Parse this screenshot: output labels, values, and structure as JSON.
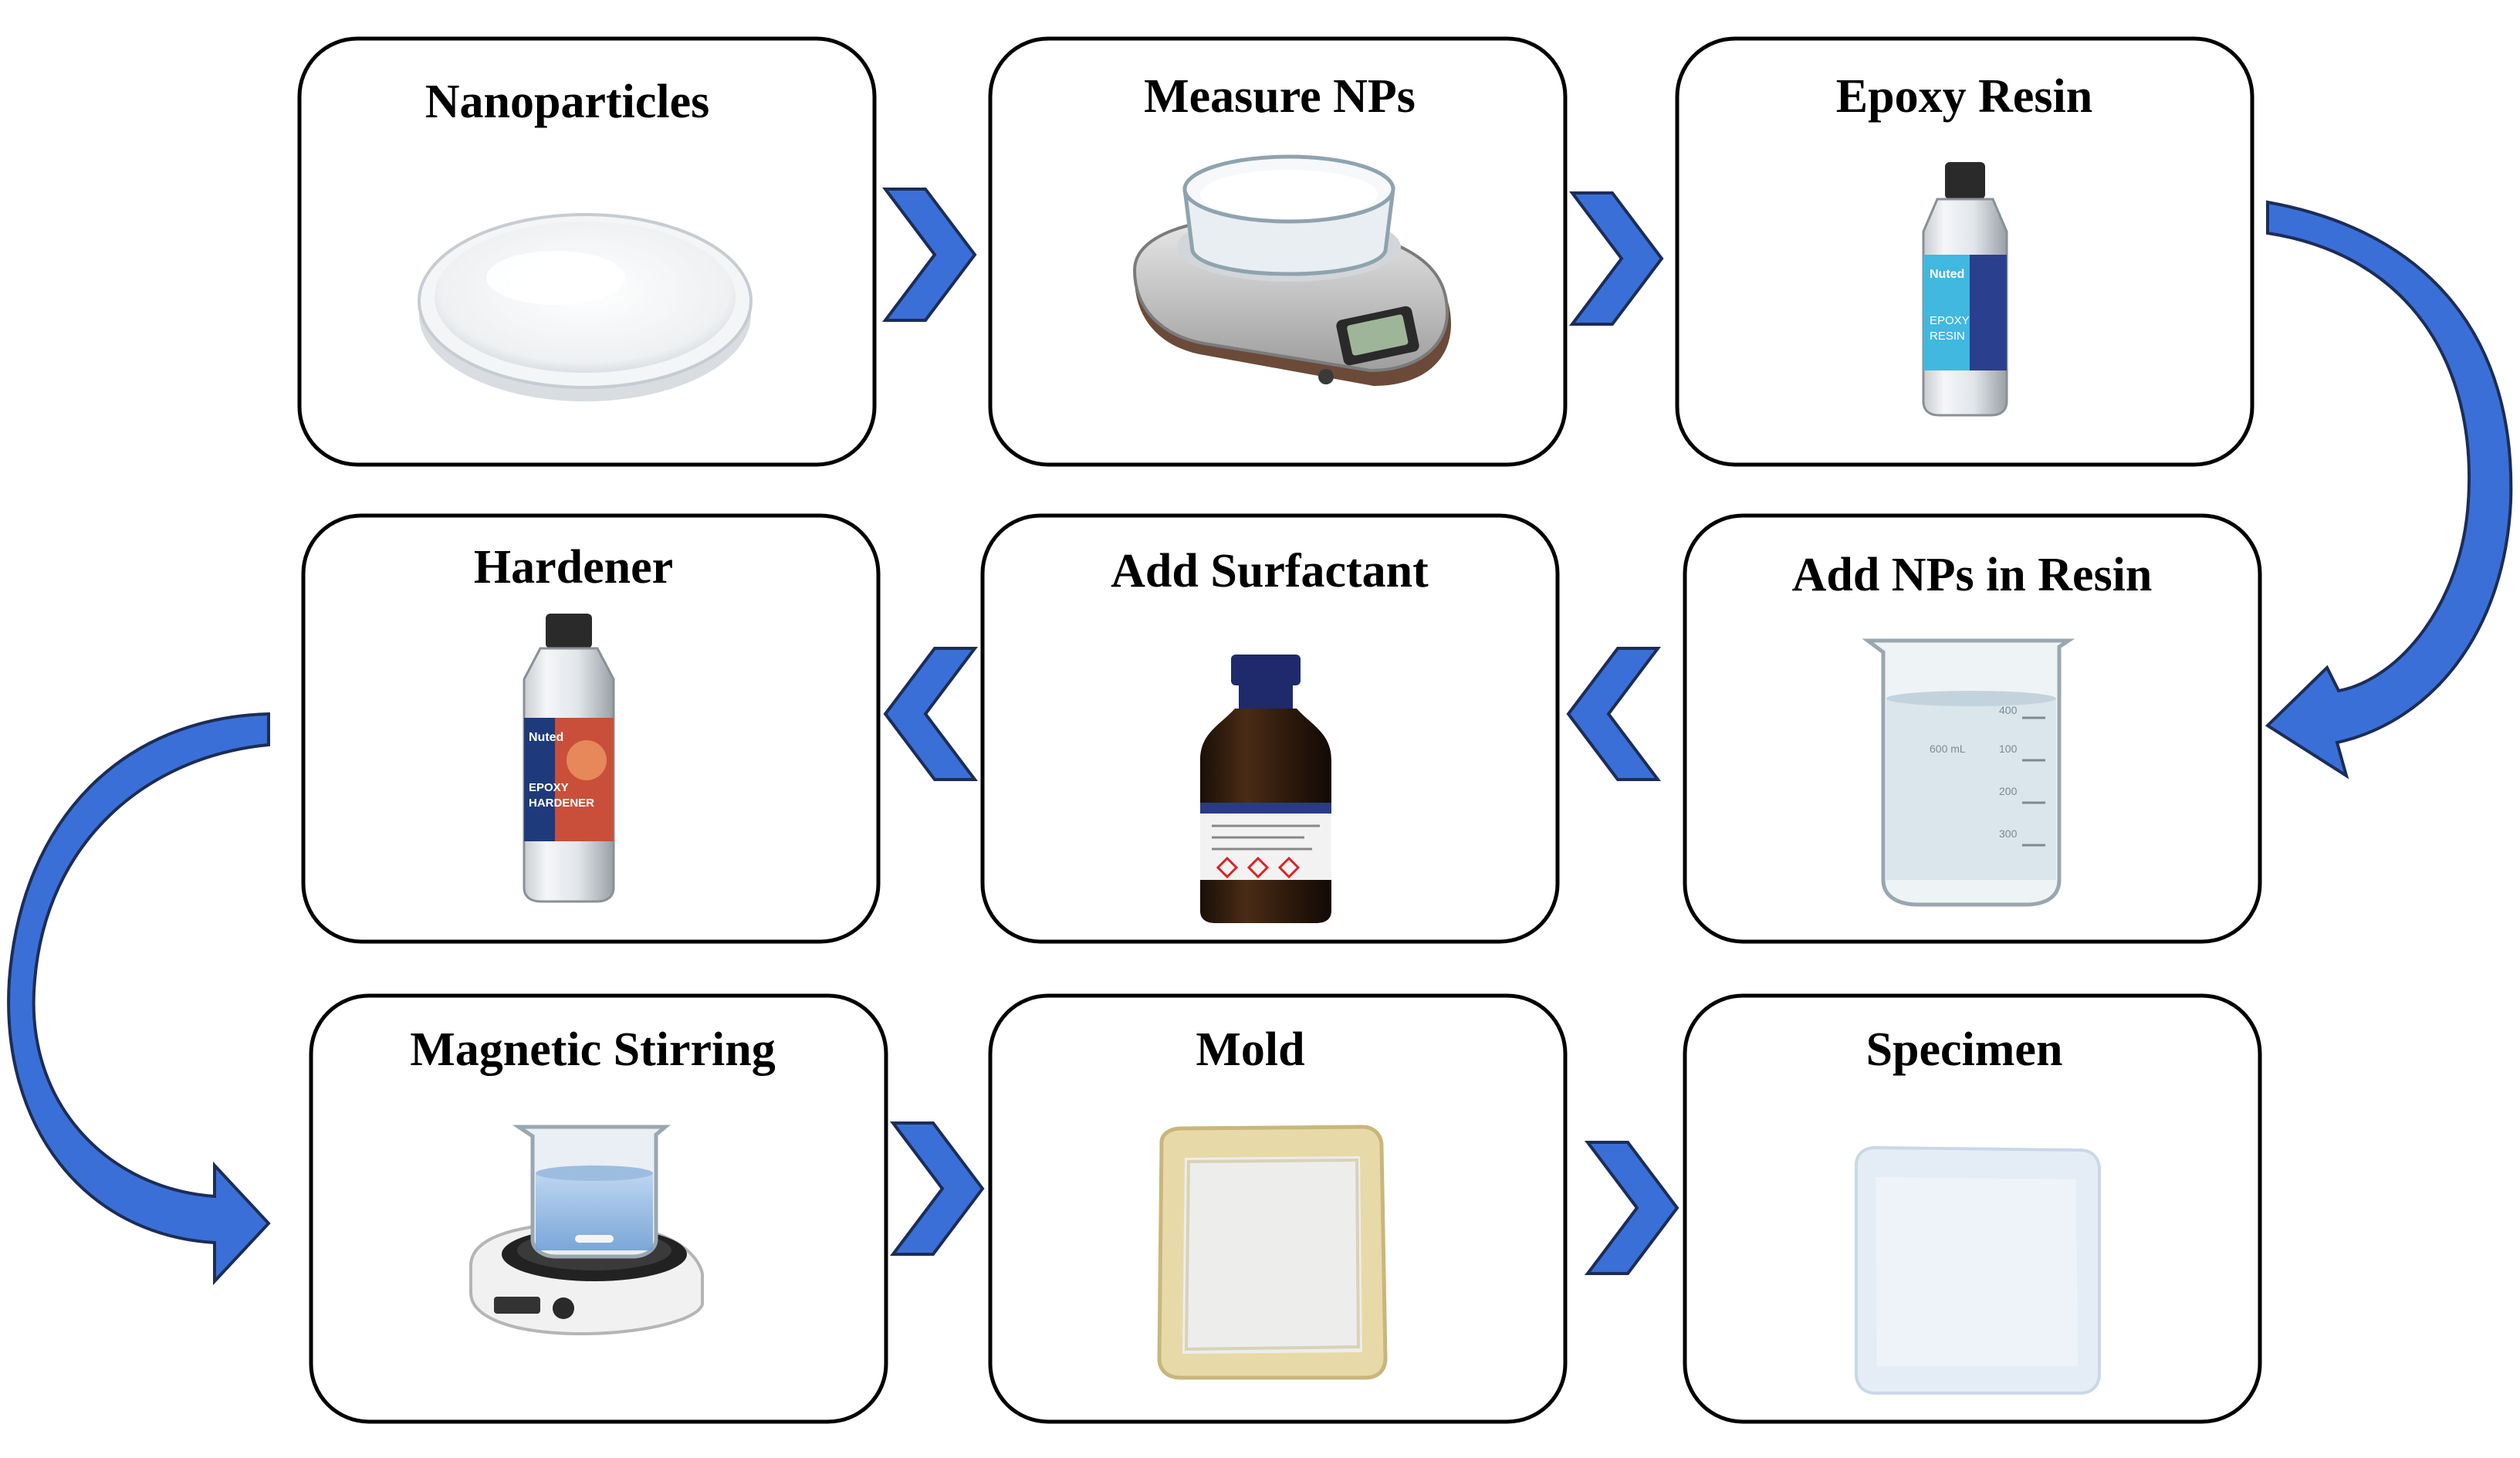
{
  "colors": {
    "arrow_fill": "#3a6fd8",
    "arrow_stroke": "#1c2d57",
    "box_stroke": "#000000",
    "box_fill": "#ffffff"
  },
  "steps": [
    {
      "id": "nanoparticles",
      "title": "Nanoparticles",
      "icon": "petri-dish-powder-icon"
    },
    {
      "id": "measure-nps",
      "title": "Measure NPs",
      "icon": "kitchen-scale-icon"
    },
    {
      "id": "epoxy-resin",
      "title": "Epoxy Resin",
      "icon": "resin-bottle-icon"
    },
    {
      "id": "add-nps-in-resin",
      "title": "Add NPs in Resin",
      "icon": "glass-beaker-icon"
    },
    {
      "id": "add-surfactant",
      "title": "Add Surfactant",
      "icon": "amber-reagent-bottle-icon"
    },
    {
      "id": "hardener",
      "title": "Hardener",
      "icon": "hardener-bottle-icon"
    },
    {
      "id": "magnetic-stirring",
      "title": "Magnetic Stirring",
      "icon": "magnetic-stirrer-icon"
    },
    {
      "id": "mold",
      "title": "Mold",
      "icon": "square-mold-icon"
    },
    {
      "id": "specimen",
      "title": "Specimen",
      "icon": "specimen-plate-icon"
    }
  ],
  "bottle_labels": {
    "resin": [
      "EPOXY",
      "RESIN"
    ],
    "hardener": [
      "EPOXY",
      "HARDENER"
    ],
    "brand": "Nuted"
  },
  "beaker_marks": [
    "600 mL",
    "100",
    "200",
    "300",
    "400"
  ]
}
